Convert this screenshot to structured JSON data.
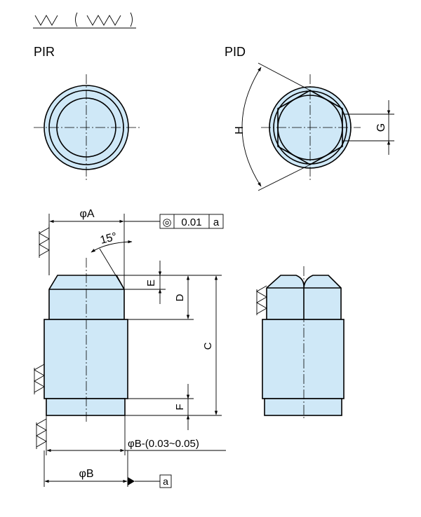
{
  "surface_finish": {
    "general_symbol": "▽▽",
    "bracket_open": "〔",
    "bracket_symbol": "▽▽▽",
    "bracket_close": "〕"
  },
  "views": {
    "pir_label": "PIR",
    "pid_label": "PID"
  },
  "dimensions": {
    "phi_a": "φA",
    "phi_b": "φB",
    "phi_b_tol": "φB-(0.03~0.05)",
    "angle": "15°",
    "c": "C",
    "d": "D",
    "e": "E",
    "f": "F",
    "g": "G",
    "h": "H"
  },
  "tolerance_frame": {
    "symbol": "◎",
    "value": "0.01",
    "datum": "a"
  },
  "datum_label": "a",
  "colors": {
    "part_fill": "#cfe8f7",
    "line": "#000000"
  }
}
